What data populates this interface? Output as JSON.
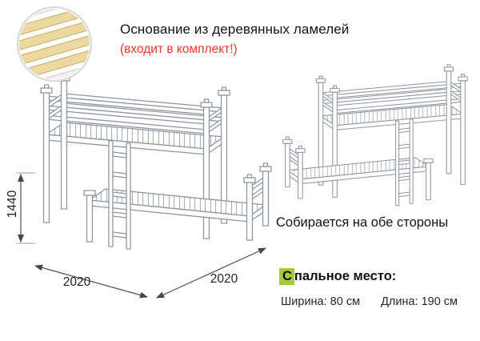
{
  "header": {
    "title": "Основание из деревянных ламелей",
    "subtitle": "(входит в комплект!)"
  },
  "colors": {
    "accent_red": "#e23a2e",
    "accent_green": "#a3cb3d",
    "line_gray": "#9096a0",
    "slat_tan": "#ecd9a0"
  },
  "left_drawing": {
    "dim_height": "1440",
    "dim_width_left": "2020",
    "dim_width_right": "2020"
  },
  "right_drawing": {
    "caption": "Собирается на обе стороны"
  },
  "sleeping_area": {
    "title_first_letter": "С",
    "title_rest": "пальное место:",
    "width_label": "Ширина: 80 см",
    "length_label": "Длина: 190 см"
  }
}
